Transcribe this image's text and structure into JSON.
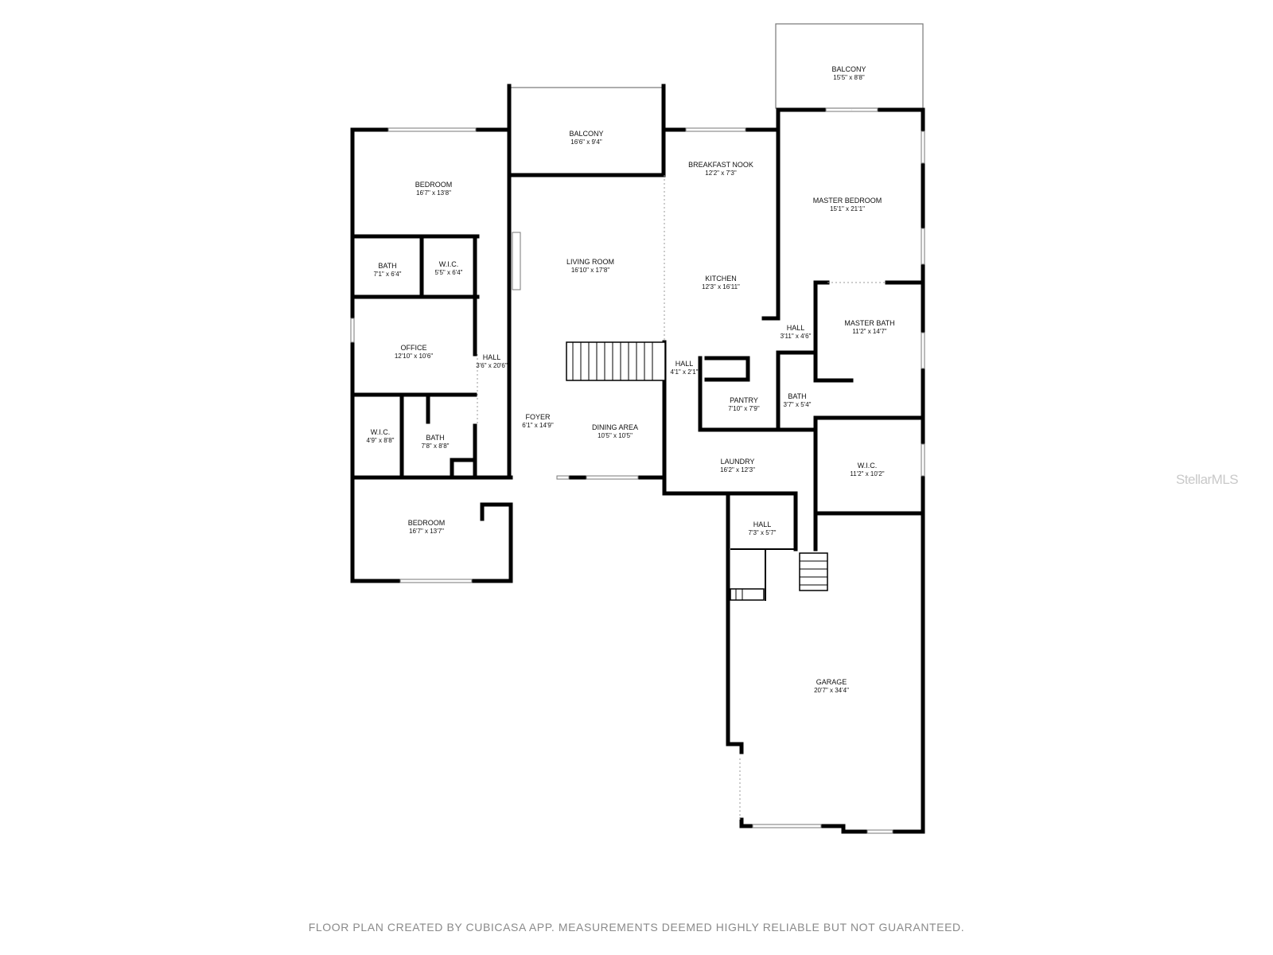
{
  "rooms": [
    {
      "name": "BALCONY",
      "dims": "15'5\" x 8'8\""
    },
    {
      "name": "BALCONY",
      "dims": "16'6\" x 9'4\""
    },
    {
      "name": "BREAKFAST NOOK",
      "dims": "12'2\" x 7'3\""
    },
    {
      "name": "BEDROOM",
      "dims": "16'7\" x 13'8\""
    },
    {
      "name": "MASTER BEDROOM",
      "dims": "15'1\" x 21'1\""
    },
    {
      "name": "BATH",
      "dims": "7'1\" x 6'4\""
    },
    {
      "name": "W.I.C.",
      "dims": "5'5\" x 6'4\""
    },
    {
      "name": "LIVING ROOM",
      "dims": "16'10\" x 17'8\""
    },
    {
      "name": "KITCHEN",
      "dims": "12'3\" x 16'11\""
    },
    {
      "name": "HALL",
      "dims": "3'11\" x 4'6\""
    },
    {
      "name": "MASTER BATH",
      "dims": "11'2\" x 14'7\""
    },
    {
      "name": "OFFICE",
      "dims": "12'10\" x 10'6\""
    },
    {
      "name": "HALL",
      "dims": "3'6\" x 20'6\""
    },
    {
      "name": "HALL",
      "dims": "4'1\" x 2'1\""
    },
    {
      "name": "PANTRY",
      "dims": "7'10\" x 7'9\""
    },
    {
      "name": "BATH",
      "dims": "3'7\" x 5'4\""
    },
    {
      "name": "FOYER",
      "dims": "6'1\" x 14'9\""
    },
    {
      "name": "DINING AREA",
      "dims": "10'5\" x 10'5\""
    },
    {
      "name": "W.I.C.",
      "dims": "4'9\" x 8'8\""
    },
    {
      "name": "BATH",
      "dims": "7'8\" x 8'8\""
    },
    {
      "name": "LAUNDRY",
      "dims": "16'2\" x 12'3\""
    },
    {
      "name": "W.I.C.",
      "dims": "11'2\" x 10'2\""
    },
    {
      "name": "BEDROOM",
      "dims": "16'7\" x 13'7\""
    },
    {
      "name": "HALL",
      "dims": "7'3\" x 5'7\""
    },
    {
      "name": "GARAGE",
      "dims": "20'7\" x 34'4\""
    }
  ],
  "watermark": "StellarMLS",
  "footer": "FLOOR PLAN CREATED BY CUBICASA APP. MEASUREMENTS DEEMED HIGHLY RELIABLE BUT NOT GUARANTEED.",
  "colors": {
    "wall": "#000000",
    "window": "#777777",
    "footer": "#8a8a8a",
    "watermark": "#c9c9c9"
  }
}
